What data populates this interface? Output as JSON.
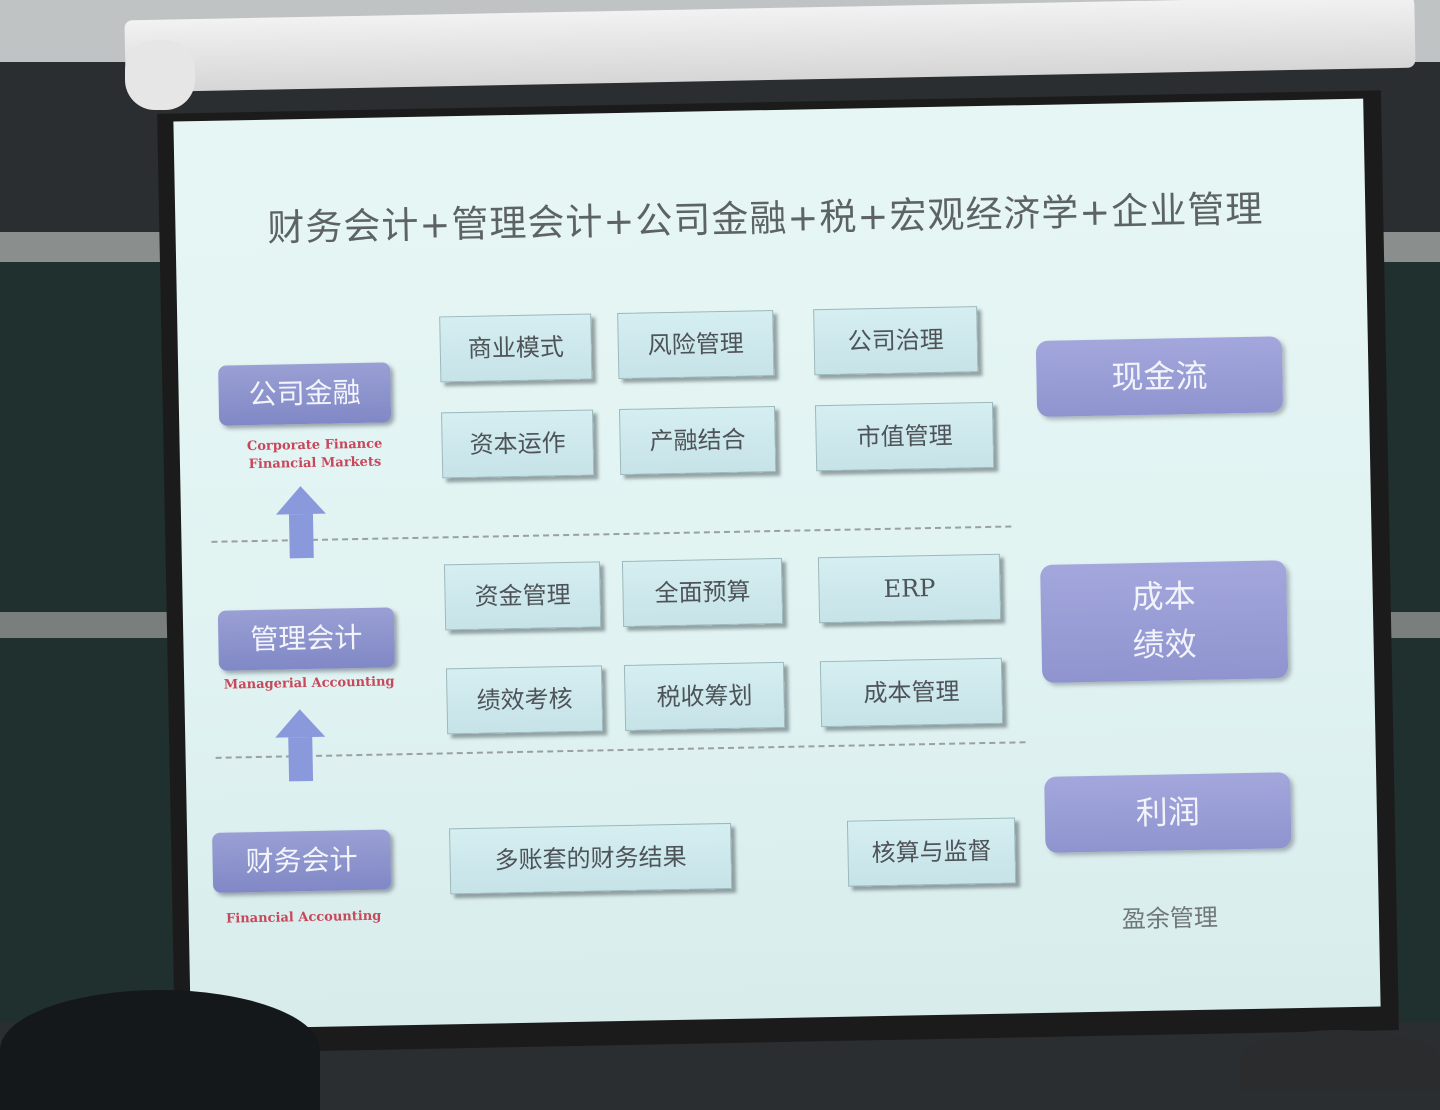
{
  "slide": {
    "title": "财务会计+管理会计+公司金融+税+宏观经济学+企业管理",
    "levels": [
      {
        "label": "公司金融",
        "en_line1": "Corporate Finance",
        "en_line2": "Financial Markets"
      },
      {
        "label": "管理会计",
        "en_line1": "Managerial Accounting",
        "en_line2": ""
      },
      {
        "label": "财务会计",
        "en_line1": "Financial  Accounting",
        "en_line2": ""
      }
    ],
    "boxes": {
      "row1": [
        "商业模式",
        "风险管理",
        "公司治理"
      ],
      "row2": [
        "资本运作",
        "产融结合",
        "市值管理"
      ],
      "row3": [
        "资金管理",
        "全面预算",
        "ERP"
      ],
      "row4": [
        "绩效考核",
        "税收筹划",
        "成本管理"
      ],
      "row5": [
        "多账套的财务结果",
        "核算与监督"
      ]
    },
    "right": {
      "top": "现金流",
      "middle_line1": "成本",
      "middle_line2": "绩效",
      "bottom": "利润",
      "footer": "盈余管理"
    }
  },
  "colors": {
    "slide_bg": "#e0f3f2",
    "level_box": "#8a90ca",
    "english_label": "#c8475a",
    "arrow": "#8a98dc",
    "content_box": "#cbe6ea"
  },
  "icons": [
    "up-arrow-icon"
  ]
}
